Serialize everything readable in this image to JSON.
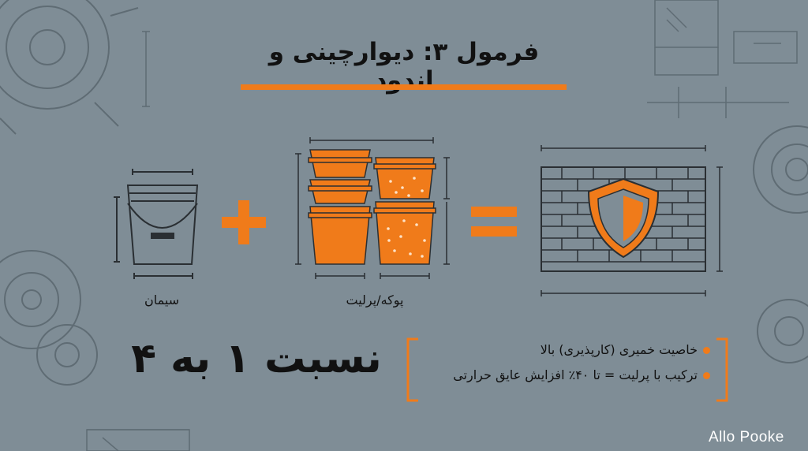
{
  "title": "فرمول ۳: دیوارچینی و اندود",
  "labels": {
    "cement": "سیمان",
    "perlite": "پوکه/پرلیت"
  },
  "ratio": "نسبت ۱ به ۴",
  "bullets": [
    "خاصیت خمیری (کارپذیری) بالا",
    "ترکیب با پرلیت = تا ۴۰٪ افزایش عایق حرارتی"
  ],
  "brand": "Allo Pooke",
  "colors": {
    "background": "#7f8d96",
    "accent": "#f07b1a",
    "ink": "#111111"
  },
  "icons": [
    "cement-bucket-icon",
    "plus-icon",
    "perlite-buckets-icon",
    "equals-icon",
    "brick-wall-icon",
    "shield-icon",
    "gear-icon"
  ]
}
